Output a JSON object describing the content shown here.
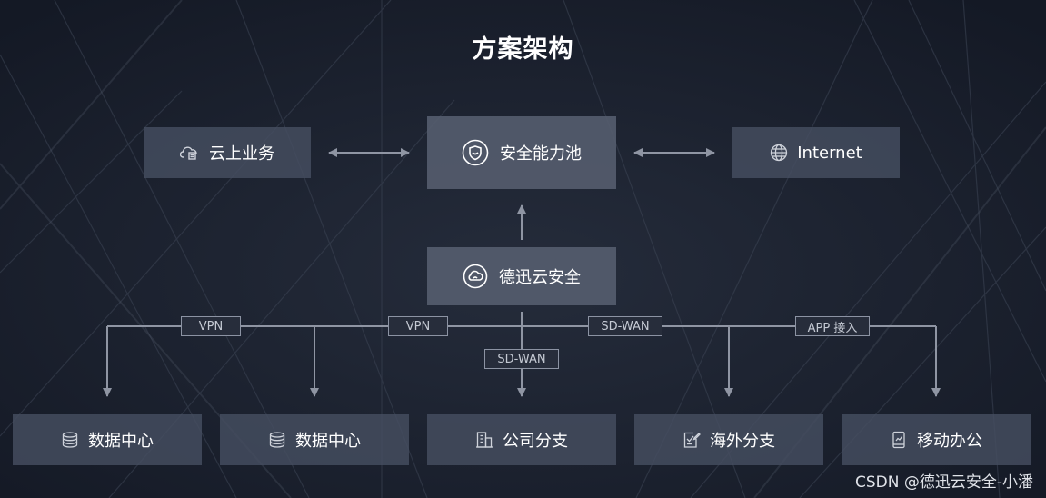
{
  "title": "方案架构",
  "top_row": {
    "left": {
      "label": "云上业务",
      "icon": "cloud-icon"
    },
    "center": {
      "label": "安全能力池",
      "icon": "shield-icon"
    },
    "right": {
      "label": "Internet",
      "icon": "globe-icon"
    }
  },
  "hub": {
    "label": "德迅云安全",
    "icon": "cloud-logo-icon"
  },
  "connections": [
    "VPN",
    "VPN",
    "SD-WAN",
    "SD-WAN",
    "APP 接入"
  ],
  "bottom_row": [
    {
      "label": "数据中心",
      "icon": "database-icon"
    },
    {
      "label": "数据中心",
      "icon": "database-icon"
    },
    {
      "label": "公司分支",
      "icon": "building-icon"
    },
    {
      "label": "海外分支",
      "icon": "checklist-icon"
    },
    {
      "label": "移动办公",
      "icon": "mobile-icon"
    }
  ],
  "watermark": "CSDN @德迅云安全-小潘",
  "colors": {
    "background": "#1b2130",
    "box": "#464e60",
    "line": "#8f95a3",
    "text": "#ffffff"
  }
}
